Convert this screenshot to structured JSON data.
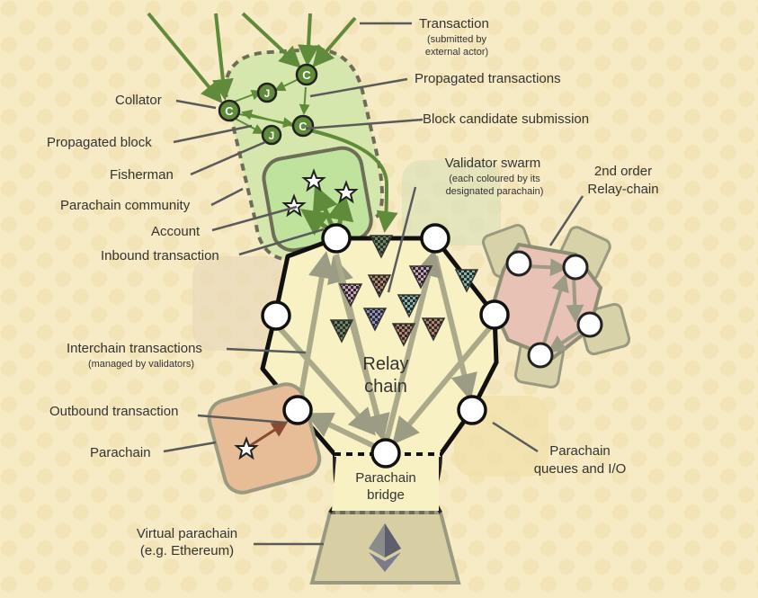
{
  "labels": {
    "transaction": "Transaction",
    "transaction_sub1": "(submitted by",
    "transaction_sub2": "external actor)",
    "propagated_transactions": "Propagated transactions",
    "collator": "Collator",
    "block_candidate": "Block candidate submission",
    "propagated_block": "Propagated block",
    "fisherman": "Fisherman",
    "validator_swarm": "Validator swarm",
    "validator_swarm_sub1": "(each coloured by its",
    "validator_swarm_sub2": "designated parachain)",
    "second_order_1": "2nd order",
    "second_order_2": "Relay-chain",
    "parachain_community": "Parachain community",
    "account": "Account",
    "inbound_transaction": "Inbound transaction",
    "interchain_transactions": "Interchain transactions",
    "interchain_sub": "(managed by validators)",
    "relay_1": "Relay",
    "relay_2": "chain",
    "outbound_transaction": "Outbound transaction",
    "parachain": "Parachain",
    "parachain_queues_1": "Parachain",
    "parachain_queues_2": "queues and I/O",
    "parachain_bridge_1": "Parachain",
    "parachain_bridge_2": "bridge",
    "virtual_parachain_1": "Virtual parachain",
    "virtual_parachain_2": "(e.g. Ethereum)"
  },
  "nodes": {
    "collator_glyph": "C",
    "fisherman_glyph": "J"
  },
  "colors": {
    "background": "#f7ebc6",
    "relay_fill": "#f8f1c4",
    "community_fill": "#cde3a2",
    "account_fill": "#bfe39c",
    "parachain_fill": "#e7bd98",
    "second_order_fill": "#e7c2b5",
    "virtual_fill": "#d7cfa3",
    "green": "#5f8b3a",
    "grey": "#9a9a80"
  }
}
